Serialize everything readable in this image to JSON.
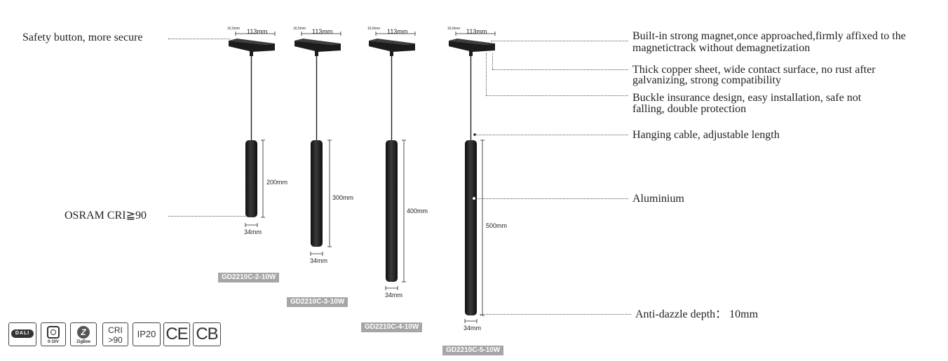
{
  "callouts": {
    "safety_button": "Safety button, more secure",
    "osram": "OSRAM CRI≧90",
    "magnet_line1": "Built-in strong magnet,once approached,firmly affixed to the",
    "magnet_line2": "magnetictrack without demagnetization",
    "copper_line1": "Thick copper sheet, wide contact surface, no rust after",
    "copper_line2": "galvanizing, strong compatibility",
    "buckle_line1": "Buckle  insurance design,  easy  installation, safe not",
    "buckle_line2": "falling, double protection",
    "cable": "Hanging cable, adjustable length",
    "aluminium": "Aluminium",
    "anti_dazzle": "Anti-dazzle depth： 10mm"
  },
  "products": [
    {
      "model": "GD2210C-2-10W",
      "width": "113mm",
      "length": "200mm",
      "diameter": "34mm",
      "height_label": "16,5mm"
    },
    {
      "model": "GD2210C-3-10W",
      "width": "113mm",
      "length": "300mm",
      "diameter": "34mm",
      "height_label": "16,5mm"
    },
    {
      "model": "GD2210C-4-10W",
      "width": "113mm",
      "length": "400mm",
      "diameter": "34mm",
      "height_label": "16,5mm"
    },
    {
      "model": "GD2210C-5-10W",
      "width": "113mm",
      "length": "500mm",
      "diameter": "34mm",
      "height_label": "16,5mm"
    }
  ],
  "certifications": {
    "dali": "DALI",
    "zero_ten": "0-10V",
    "zigbee": "ZigBee",
    "cri_line1": "CRI",
    "cri_line2": ">90",
    "ip": "IP20",
    "ce": "CE",
    "cb": "CB"
  },
  "colors": {
    "fixture": "#1c1c1c",
    "model_tag_bg": "#a6a6a6",
    "text": "#222222"
  }
}
